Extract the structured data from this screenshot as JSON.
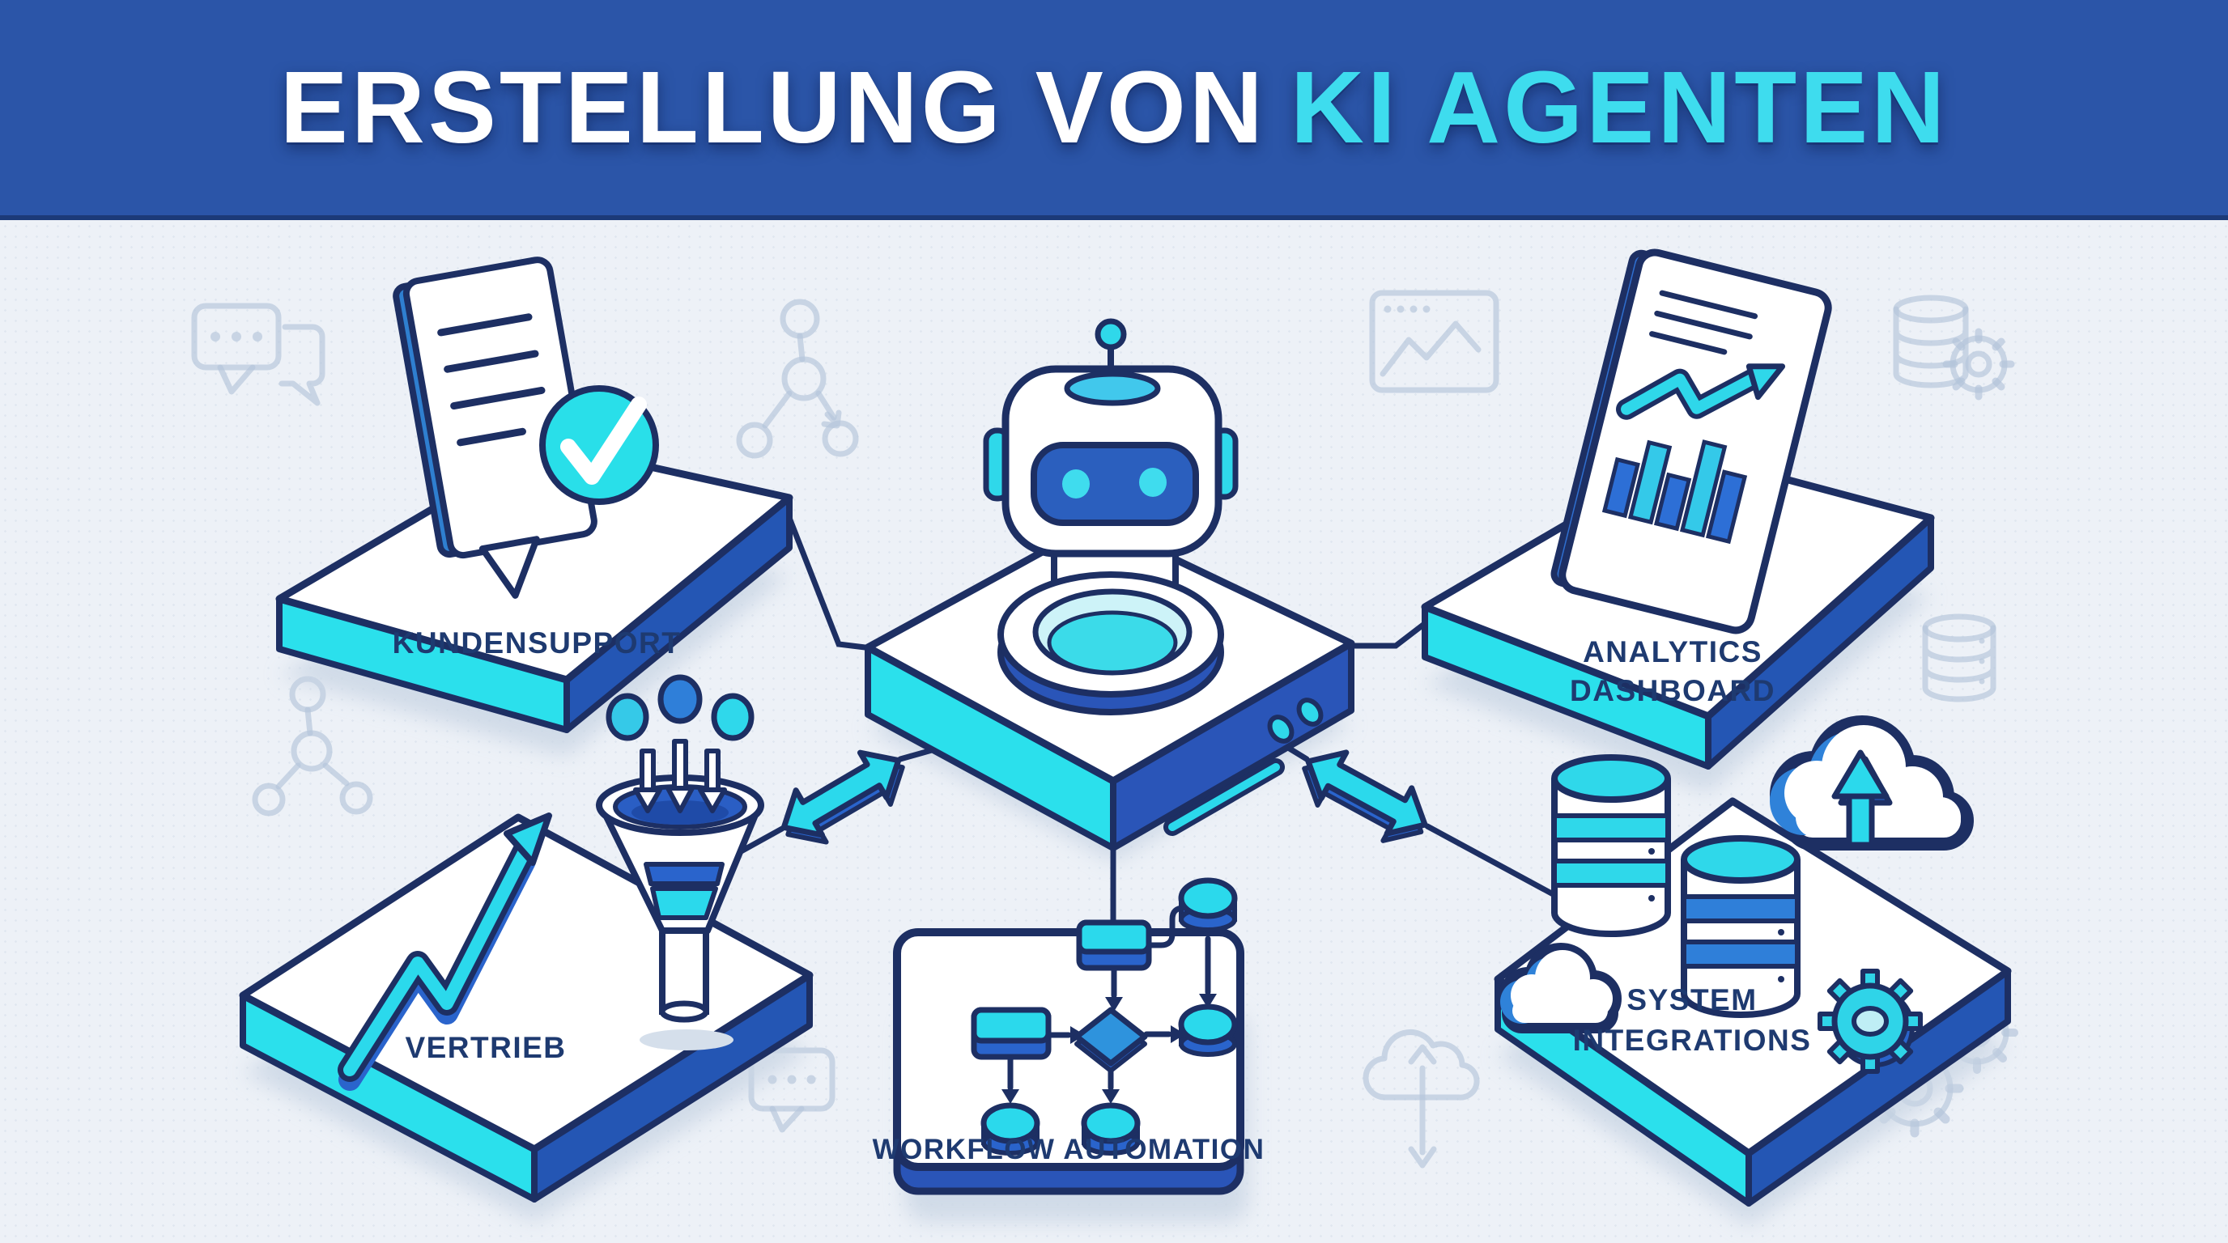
{
  "banner": {
    "title_white": "ERSTELLUNG VON",
    "title_accent": "KI AGENTEN",
    "bg_color": "#2b55a8",
    "accent_color": "#3edcee"
  },
  "platforms": {
    "kundensupport": {
      "label": "KUNDENSUPPORT"
    },
    "analytics": {
      "label_line1": "ANALYTICS",
      "label_line2": "DASHBOARD"
    },
    "vertrieb": {
      "label": "VERTRIEB"
    },
    "system_integrations": {
      "label_line1": "SYSTEM",
      "label_line2": "INTEGRATIONS"
    },
    "workflow": {
      "label": "WORKFLOW AUTOMATION"
    }
  },
  "icons": {
    "center": "robot-icon",
    "kundensupport": [
      "chat-document-icon",
      "check-icon"
    ],
    "analytics": [
      "dashboard-chart-icon"
    ],
    "vertrieb": [
      "growth-arrow-icon",
      "funnel-icon"
    ],
    "system_integrations": [
      "database-icon",
      "database-icon",
      "cloud-icon",
      "cloud-upload-icon",
      "gear-icon"
    ],
    "workflow": [
      "flowchart-icon"
    ]
  },
  "colors": {
    "outline_navy": "#1d2f63",
    "label_navy": "#1e3a70",
    "cyan": "#2bd9ec",
    "side_blue": "#2a55b8",
    "mid_blue": "#2f7fd9",
    "background": "#edf1f7",
    "deco_gray_blue": "#b3c4da"
  }
}
